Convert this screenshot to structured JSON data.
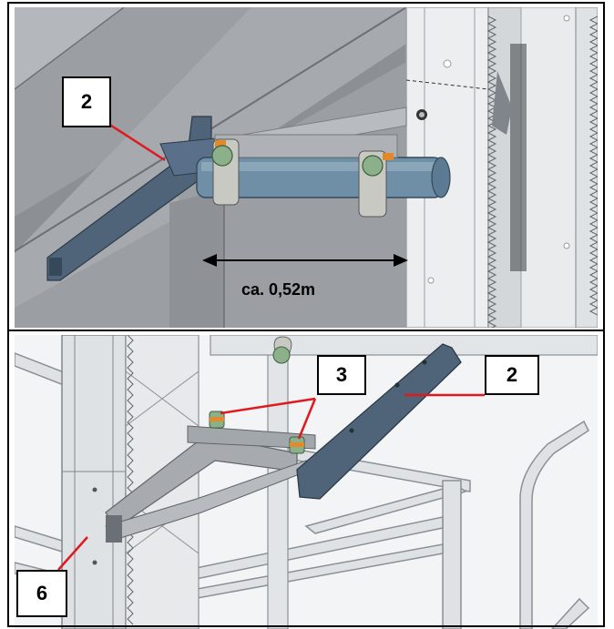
{
  "top_panel": {
    "callout_2": "2",
    "dimension_label": "ca. 0,52m"
  },
  "bottom_panel": {
    "callout_3": "3",
    "callout_2": "2",
    "callout_6": "6"
  },
  "colors": {
    "leader_line": "#e0191f",
    "bracket": "#4f6478",
    "tube": "#6f8fa6",
    "clamp_green": "#8bb08a",
    "clamp_orange": "#e08a2c",
    "mast": "#c9ccd0",
    "wall": "#9a9ea3"
  }
}
